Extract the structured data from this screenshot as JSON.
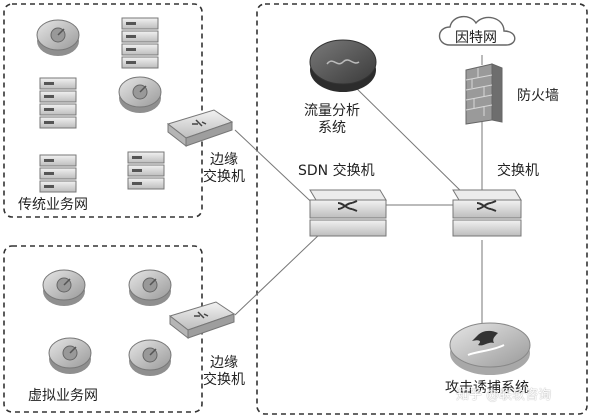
{
  "groups": {
    "traditional": "传统业务网",
    "virtual": "虚拟业务网"
  },
  "nodes": {
    "edge_switch_top": [
      "边缘",
      "交换机"
    ],
    "edge_switch_bottom": [
      "边缘",
      "交换机"
    ],
    "sdn_switch": "SDN 交换机",
    "traffic_analysis": [
      "流量分析",
      "系统"
    ],
    "switch": "交换机",
    "firewall": "防火墙",
    "internet": "因特网",
    "attack_system": "攻击诱捕系统"
  },
  "watermark": "知乎 @联软咨询"
}
